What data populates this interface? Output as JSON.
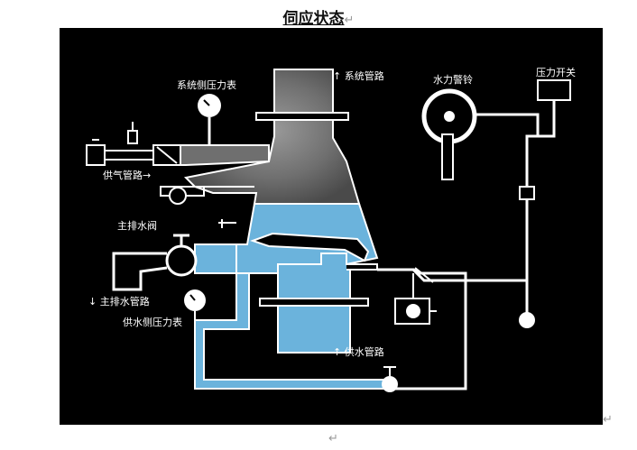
{
  "document": {
    "title": "伺应状态",
    "paragraph_mark": "↵"
  },
  "diagram": {
    "labels": {
      "system_gauge": "系统侧压力表",
      "system_pipe": "系统管路",
      "water_bell": "水力警铃",
      "pressure_switch": "压力开关",
      "air_supply_pipe": "供气管路",
      "main_drain_valve": "主排水阀",
      "main_drain_pipe": "主排水管路",
      "supply_gauge": "供水侧压力表",
      "supply_pipe": "供水管路"
    },
    "colors": {
      "background": "#000000",
      "line": "#ffffff",
      "water": "#6bb3dc",
      "air": "#7a7a7a"
    }
  }
}
